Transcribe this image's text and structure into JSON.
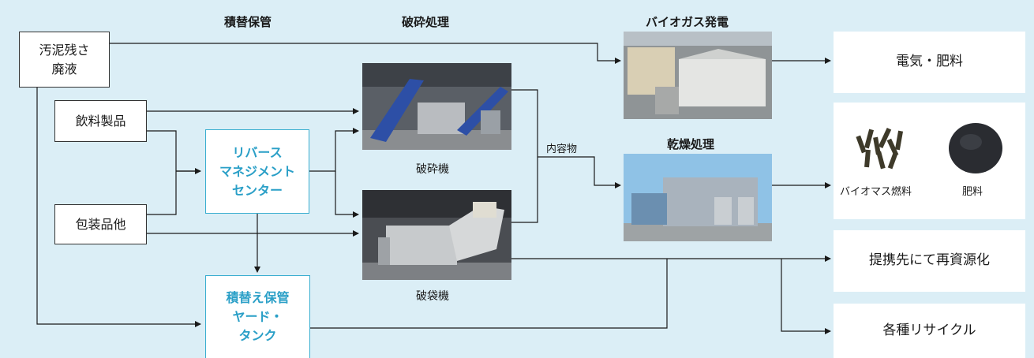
{
  "headers": {
    "storage": "積替保管",
    "crushing": "破砕処理",
    "biogas": "バイオガス発電",
    "drying": "乾燥処理"
  },
  "sources": {
    "sludge": [
      "汚泥残さ",
      "廃液"
    ],
    "beverages": "飲料製品",
    "packaged": "包装品他"
  },
  "center": [
    "リバース",
    "マネジメント",
    "センター"
  ],
  "yard": [
    "積替え保管",
    "ヤード・",
    "タンク"
  ],
  "machines": {
    "crusher": "破砕機",
    "bag_breaker": "破袋機"
  },
  "edge_label": "内容物",
  "outputs": {
    "electricity": "電気・肥料",
    "biomass_fuel": "バイオマス燃料",
    "fertilizer": "肥料",
    "partner_recycle": "提携先にて再資源化",
    "various_recycle": "各種リサイクル"
  },
  "colors": {
    "background": "#dbeef6",
    "accent": "#2a9fc7",
    "line": "#1a1a1a"
  }
}
